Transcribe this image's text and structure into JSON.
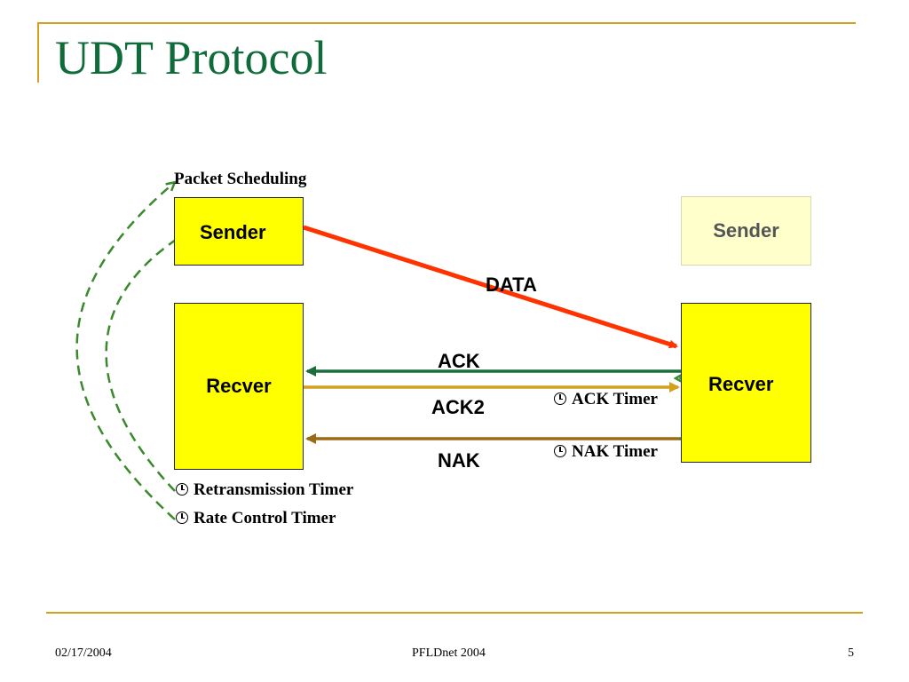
{
  "slide": {
    "title": "UDT Protocol",
    "footer": {
      "date": "02/17/2004",
      "center": "PFLDnet 2004",
      "page": "5"
    }
  },
  "diagram": {
    "left": {
      "packet_scheduling": "Packet Scheduling",
      "sender": "Sender",
      "recver": "Recver",
      "timers": [
        "Retransmission  Timer",
        "Rate Control  Timer"
      ]
    },
    "right": {
      "sender": "Sender",
      "recver": "Recver",
      "ack_timer": "ACK  Timer",
      "nak_timer": "NAK Timer"
    },
    "messages": {
      "data": "DATA",
      "ack": "ACK",
      "ack2": "ACK2",
      "nak": "NAK"
    },
    "colors": {
      "data": "#ff3300",
      "ack": "#1a6e3c",
      "ack2": "#d4a020",
      "nak": "#9a6a16",
      "timer_loop": "#3a8a2c",
      "box": "#ffff00",
      "title": "#0f6b3a",
      "frame": "#d4a020"
    },
    "icons": {
      "timer": "clock-icon"
    }
  }
}
